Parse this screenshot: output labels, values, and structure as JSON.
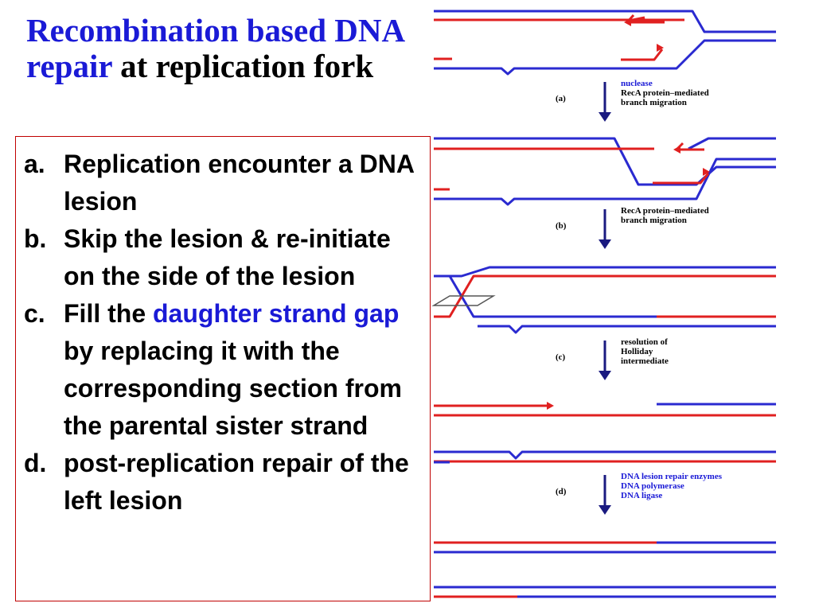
{
  "title": {
    "part1": "Recombination based DNA repair",
    "part2": " at replication fork"
  },
  "steps": [
    {
      "letter": "a.",
      "segments": [
        {
          "text": "Replication encounter a DNA lesion",
          "hl": false
        }
      ]
    },
    {
      "letter": "b.",
      "segments": [
        {
          "text": "Skip the lesion & re-initiate on the side of the lesion",
          "hl": false
        }
      ]
    },
    {
      "letter": "c.",
      "segments": [
        {
          "text": "Fill the ",
          "hl": false
        },
        {
          "text": "daughter strand gap",
          "hl": true
        },
        {
          "text": " by replacing it with the corresponding section from the parental sister strand",
          "hl": false
        }
      ]
    },
    {
      "letter": "d.",
      "segments": [
        {
          "text": "post-replication repair of the left lesion",
          "hl": false
        }
      ]
    }
  ],
  "diagram": {
    "arrows": [
      {
        "step": "(a)",
        "lines": [
          "nuclease",
          "RecA protein–mediated",
          "branch migration"
        ],
        "colors": [
          "#1a1ad6",
          "#000000",
          "#000000"
        ]
      },
      {
        "step": "(b)",
        "lines": [
          "RecA protein–mediated",
          "branch migration"
        ],
        "colors": [
          "#000000",
          "#000000"
        ]
      },
      {
        "step": "(c)",
        "lines": [
          "resolution of",
          "Holliday",
          "intermediate"
        ],
        "colors": [
          "#000000",
          "#000000",
          "#000000"
        ]
      },
      {
        "step": "(d)",
        "lines": [
          "DNA lesion repair enzymes",
          "DNA polymerase",
          "DNA ligase"
        ],
        "colors": [
          "#1a1ad6",
          "#1a1ad6",
          "#1a1ad6"
        ]
      }
    ],
    "colors": {
      "parental": "#2a2ad0",
      "daughter": "#e02020",
      "arrow": "#1a1a80"
    }
  }
}
